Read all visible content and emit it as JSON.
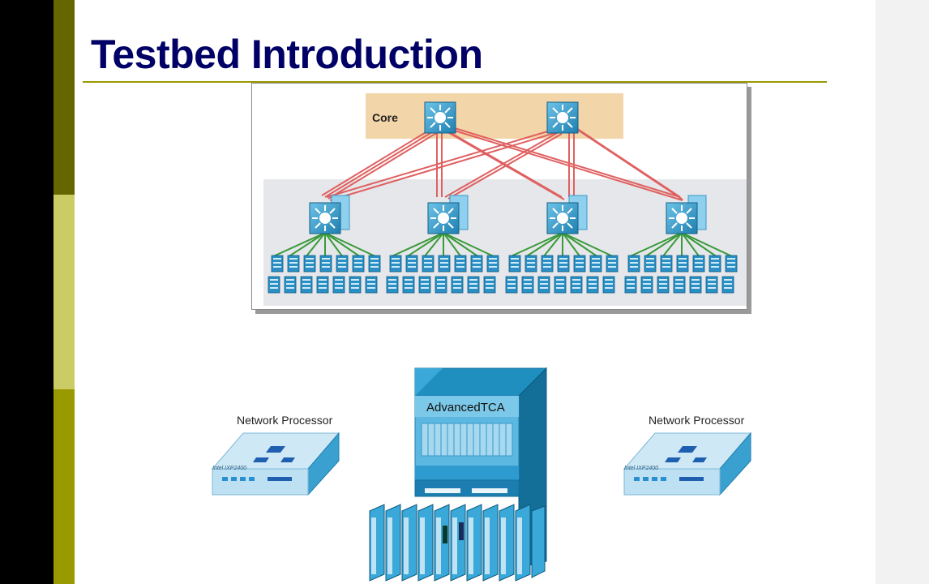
{
  "slide": {
    "title": "Testbed Introduction"
  },
  "network": {
    "core_label": "Core",
    "core_switch_count": 2,
    "access_switch_count": 4
  },
  "hardware": {
    "left_device_label": "Network Processor",
    "left_device_chip": "Intel IXP2400",
    "center_device_label": "AdvancedTCA",
    "right_device_label": "Network Processor",
    "right_device_chip": "Intel IXP2400"
  },
  "colors": {
    "title": "#000066",
    "core_band": "#f2d5a8",
    "uplink": "#e06060",
    "downlink": "#3a9a3a",
    "device_blue": "#3aa0cf"
  }
}
